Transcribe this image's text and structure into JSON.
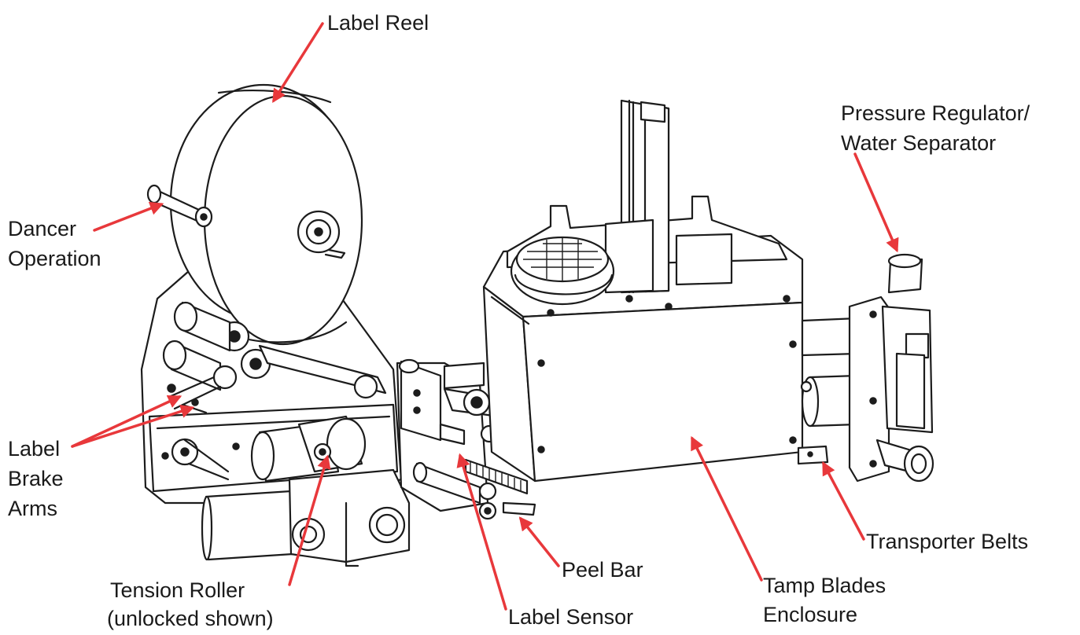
{
  "labels": {
    "label_reel": "Label Reel",
    "pressure_regulator_line1": "Pressure Regulator/",
    "pressure_regulator_line2": "Water Separator",
    "dancer_line1": "Dancer",
    "dancer_line2": "Operation",
    "brake_line1": "Label",
    "brake_line2": "Brake",
    "brake_line3": "Arms",
    "tension_line1": "Tension Roller",
    "tension_line2": "(unlocked shown)",
    "label_sensor": "Label Sensor",
    "peel_bar": "Peel Bar",
    "tamp_line1": "Tamp Blades",
    "tamp_line2": "Enclosure",
    "transporter_belts": "Transporter Belts"
  },
  "colors": {
    "arrow": "#e8383b",
    "line": "#1c1c1c",
    "text": "#1a1a1a",
    "background": "#ffffff"
  }
}
